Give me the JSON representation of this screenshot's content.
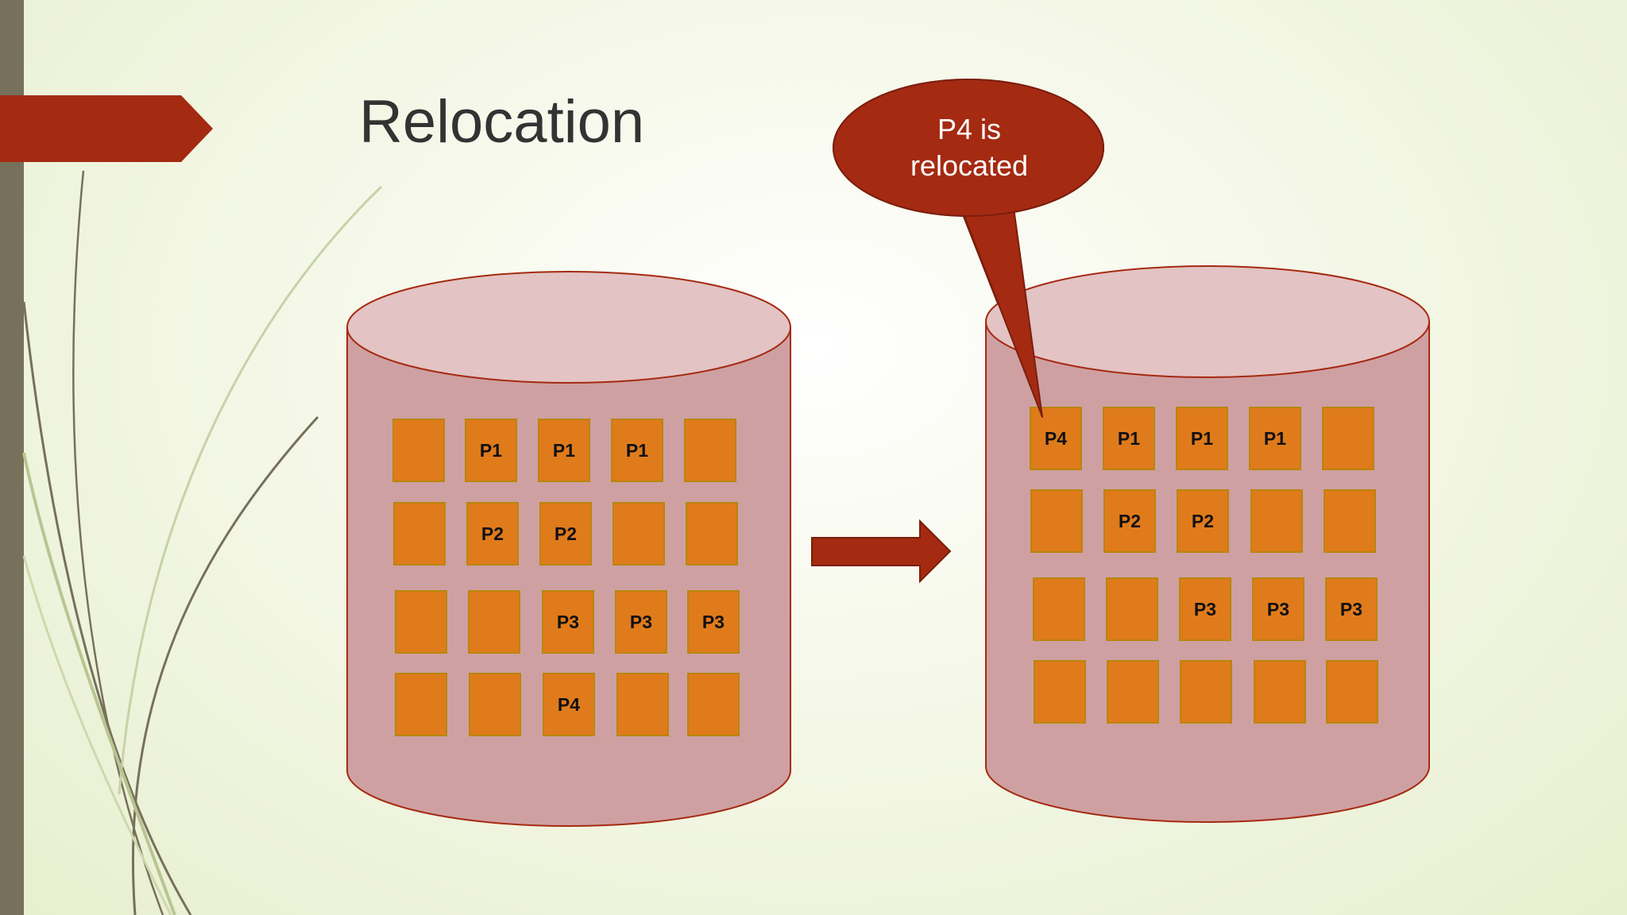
{
  "slide": {
    "title": "Relocation",
    "callout": {
      "line1": "P4 is",
      "line2": "relocated"
    }
  },
  "colors": {
    "accent_red": "#a52a12",
    "cylinder_body": "#cfa0a2",
    "cylinder_top": "#e3c3c3",
    "block_fill": "#e07b1c",
    "block_stroke": "#b8860b",
    "left_bar": "#77705a"
  },
  "diagram": {
    "arrow_icon": "right-arrow-icon",
    "before": {
      "rows": [
        [
          "",
          "P1",
          "P1",
          "P1",
          ""
        ],
        [
          "",
          "P2",
          "P2",
          "",
          ""
        ],
        [
          "",
          "",
          "P3",
          "P3",
          "P3"
        ],
        [
          "",
          "",
          "P4",
          "",
          ""
        ]
      ]
    },
    "after": {
      "rows": [
        [
          "P4",
          "P1",
          "P1",
          "P1",
          ""
        ],
        [
          "",
          "P2",
          "P2",
          "",
          ""
        ],
        [
          "",
          "",
          "P3",
          "P3",
          "P3"
        ],
        [
          "",
          "",
          "",
          "",
          ""
        ]
      ]
    }
  }
}
